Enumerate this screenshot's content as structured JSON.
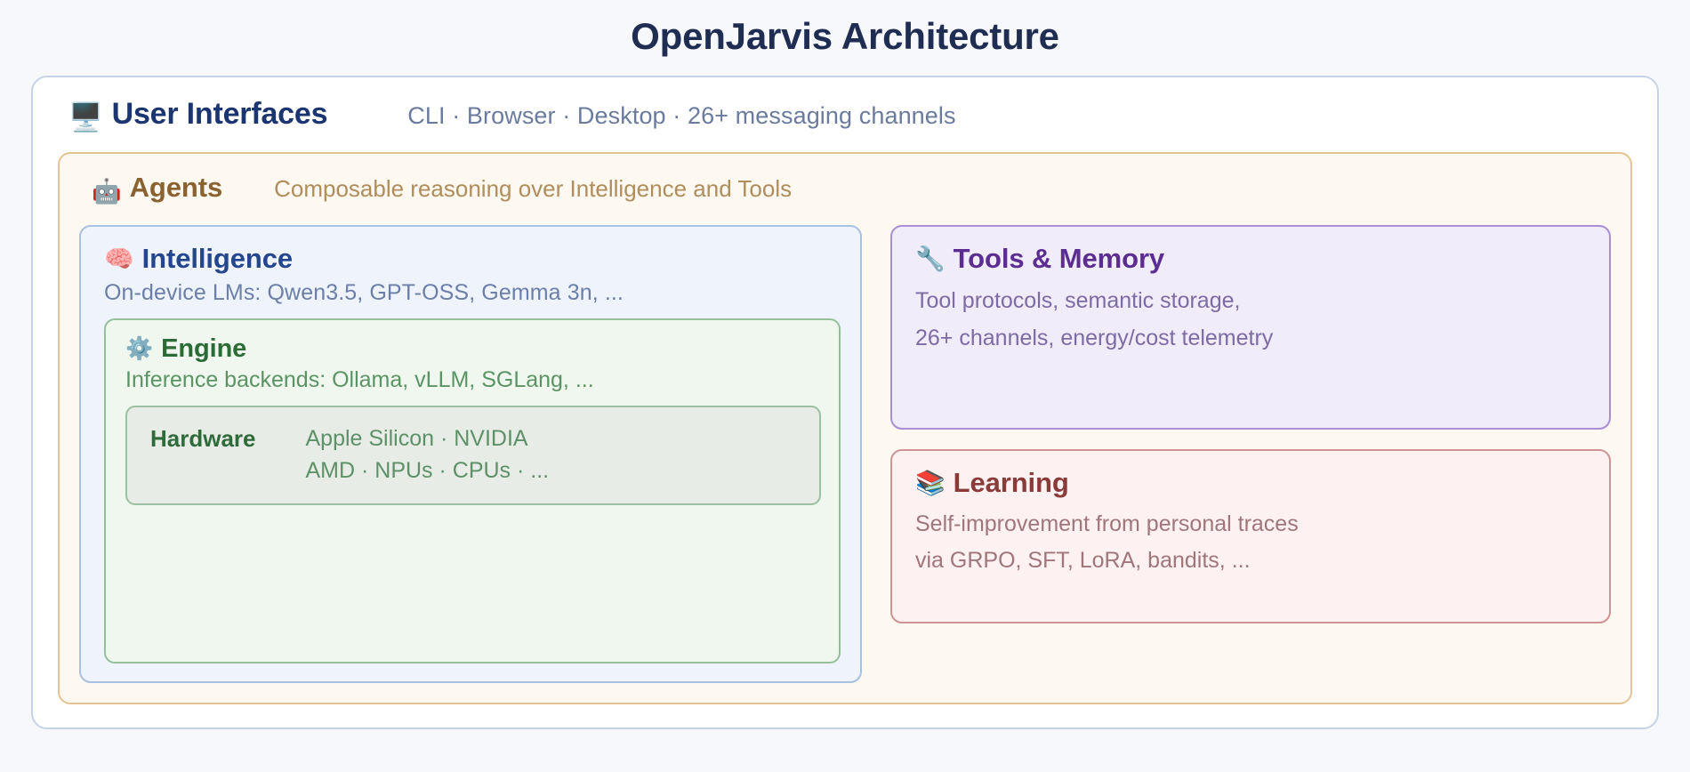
{
  "page": {
    "title": "OpenJarvis Architecture",
    "background_color": "#f7f8fc"
  },
  "user_interfaces": {
    "icon": "desktop-computer-icon",
    "icon_glyph": "🖥️",
    "title": "User Interfaces",
    "subtitle": "CLI · Browser · Desktop · 26+ messaging channels",
    "title_color": "#1b3570",
    "subtitle_color": "#6b7b9e"
  },
  "agents": {
    "icon": "robot-icon",
    "icon_glyph": "🤖",
    "title": "Agents",
    "subtitle": "Composable reasoning over Intelligence and Tools",
    "title_color": "#8a6230",
    "border_color": "#e5c392",
    "background_color": "#fdf8f0"
  },
  "intelligence": {
    "icon": "brain-icon",
    "icon_glyph": "🧠",
    "title": "Intelligence",
    "subtitle": "On-device LMs: Qwen3.5, GPT-OSS, Gemma 3n, ...",
    "title_color": "#24468f",
    "border_color": "#a9c1e3",
    "background_color": "#eef3fc"
  },
  "engine": {
    "icon": "gear-icon",
    "icon_glyph": "⚙️",
    "title": "Engine",
    "subtitle": "Inference backends: Ollama, vLLM, SGLang, ...",
    "title_color": "#2b6b36",
    "border_color": "#93c09a",
    "background_color": "#f0f7ef"
  },
  "hardware": {
    "label": "Hardware",
    "lines": [
      "Apple Silicon · NVIDIA",
      "AMD · NPUs · CPUs · ..."
    ],
    "label_color": "#2f6b3a",
    "border_color": "#9dbfa2",
    "background_color": "#e7ece6"
  },
  "tools_memory": {
    "icon": "wrench-icon",
    "icon_glyph": "🔧",
    "title": "Tools & Memory",
    "lines": [
      "Tool protocols, semantic storage,",
      "26+ channels, energy/cost telemetry"
    ],
    "title_color": "#5b2d91",
    "border_color": "#a98fd1",
    "background_color": "#f0ecfa"
  },
  "learning": {
    "icon": "books-icon",
    "icon_glyph": "📚",
    "title": "Learning",
    "lines": [
      "Self-improvement from personal traces",
      "via GRPO, SFT, LoRA, bandits, ..."
    ],
    "title_color": "#8b3a3a",
    "border_color": "#cc9494",
    "background_color": "#fdf1f1"
  }
}
